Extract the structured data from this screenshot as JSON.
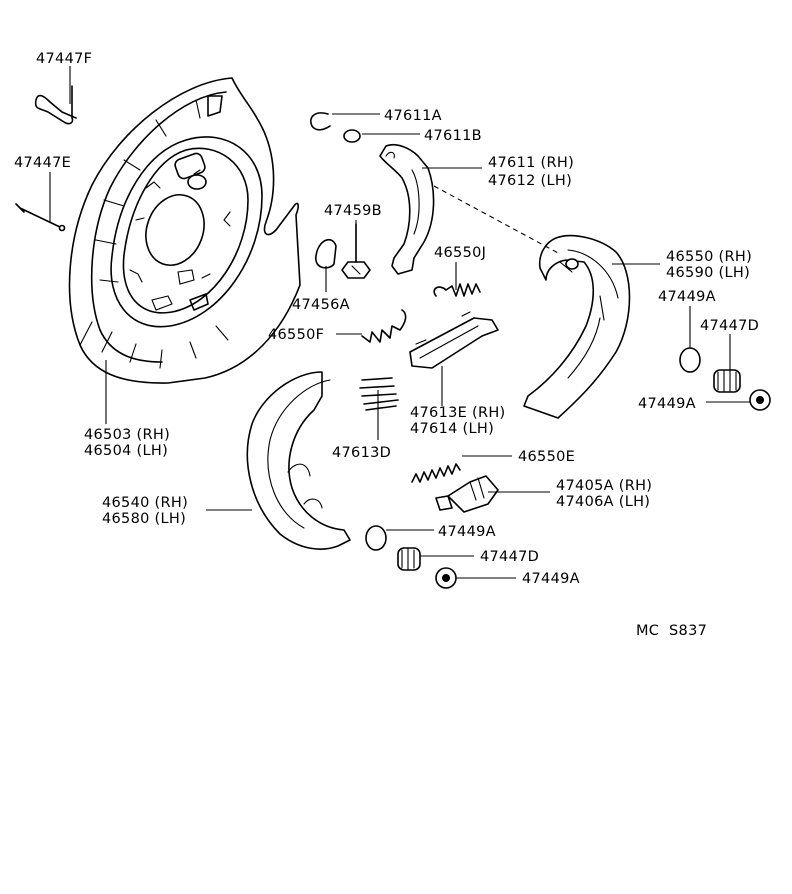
{
  "diagram": {
    "code": "MC  S837",
    "parts": {
      "p47447F": "47447F",
      "p47447E": "47447E",
      "p47611A": "47611A",
      "p47611B": "47611B",
      "p47611": "47611 (RH)",
      "p47612": "47612 (LH)",
      "p47459B": "47459B",
      "p46550J": "46550J",
      "p46550": "46550 (RH)",
      "p46590": "46590 (LH)",
      "p47449A_1": "47449A",
      "p47447D_1": "47447D",
      "p47449A_2": "47449A",
      "p47456A": "47456A",
      "p46550F": "46550F",
      "p47613E": "47613E (RH)",
      "p47614": "47614  (LH)",
      "p46503": "46503 (RH)",
      "p46504": "46504 (LH)",
      "p47613D": "47613D",
      "p46550E": "46550E",
      "p47405A": "47405A (RH)",
      "p47406A": "47406A (LH)",
      "p46540": "46540 (RH)",
      "p46580": "46580 (LH)",
      "p47449A_3": "47449A",
      "p47447D_2": "47447D",
      "p47449A_4": "47449A"
    }
  }
}
